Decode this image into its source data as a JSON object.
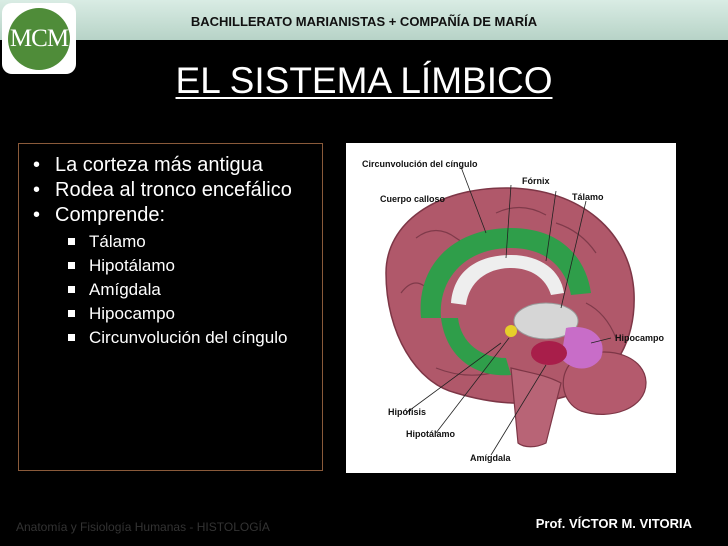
{
  "header": {
    "logo_text": "MCM",
    "school": "BACHILLERATO MARIANISTAS + COMPAÑÍA DE MARÍA"
  },
  "slide": {
    "title": "EL SISTEMA LÍMBICO",
    "bullets": [
      "La corteza más antigua",
      "Rodea al tronco encefálico",
      "Comprende:"
    ],
    "sub_bullets": [
      "Tálamo",
      "Hipotálamo",
      "Amígdala",
      "Hipocampo",
      "Circunvolución del cíngulo"
    ]
  },
  "figure": {
    "labels": {
      "cingulo": "Circunvolución del cíngulo",
      "fornix": "Fórnix",
      "calloso": "Cuerpo calloso",
      "talamo": "Tálamo",
      "hipocampo": "Hipocampo",
      "hipofisis": "Hipófisis",
      "hipotalamo": "Hipotálamo",
      "amigdala": "Amígdala"
    },
    "colors": {
      "cortex": "#b0586a",
      "limbic": "#2f9e4a",
      "thalamus": "#d6d6d6",
      "hippocampus": "#c86dc8",
      "amygdala": "#a81e4a",
      "hypothalamus": "#e6cf2a"
    }
  },
  "footer": {
    "course": "Anatomía y Fisiología Humanas - HISTOLOGÍA",
    "author": "Prof. VÍCTOR M. VITORIA"
  }
}
